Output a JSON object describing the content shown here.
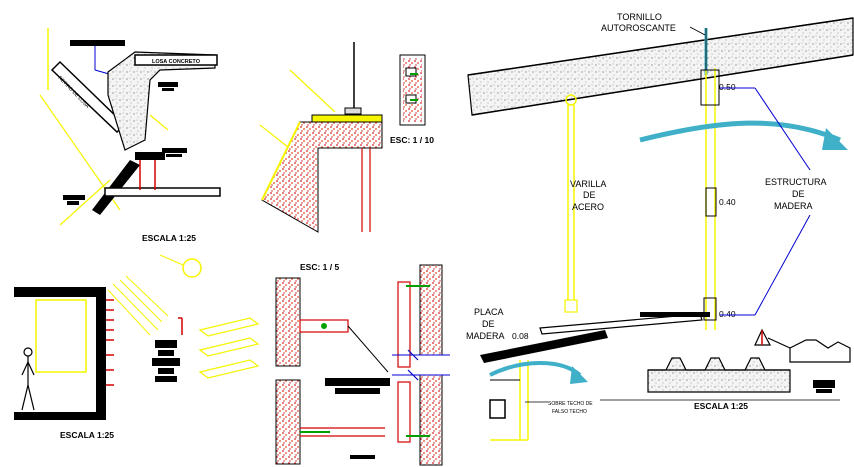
{
  "colors": {
    "background": "#ffffff",
    "line": "#000000",
    "accent_yellow": "#f5f500",
    "accent_red": "#d40000",
    "accent_cyan": "#3fb0c8",
    "leader_blue": "#0000d0",
    "concrete_gray": "#cfcfcf",
    "hatch_red": "#e03020"
  },
  "labels": {
    "losa_concreto": "LOSA CONCRETO",
    "diag_text": "RETIRO DE LOSA",
    "escala_125_a": "ESCALA 1:25",
    "esc_110": "ESC: 1 / 10",
    "esc_15": "ESC: 1 / 5",
    "escala_125_b": "ESCALA 1:25",
    "tornillo_1": "TORNILLO",
    "tornillo_2": "AUTOROSCANTE",
    "varilla_1": "VARILLA",
    "varilla_2": "DE",
    "varilla_3": "ACERO",
    "estructura_1": "ESTRUCTURA",
    "estructura_2": "DE",
    "estructura_3": "MADERA",
    "placa_1": "PLACA",
    "placa_2": "DE",
    "placa_3": "MADERA",
    "dim_008": "0.08",
    "dim_050": "0.50",
    "dim_040_a": "0.40",
    "dim_040_b": "0.40",
    "sobre_techo_1": "SOBRE TECHO DE",
    "sobre_techo_2": "FALSO TECHO",
    "escala_125_c": "ESCALA 1:25"
  }
}
